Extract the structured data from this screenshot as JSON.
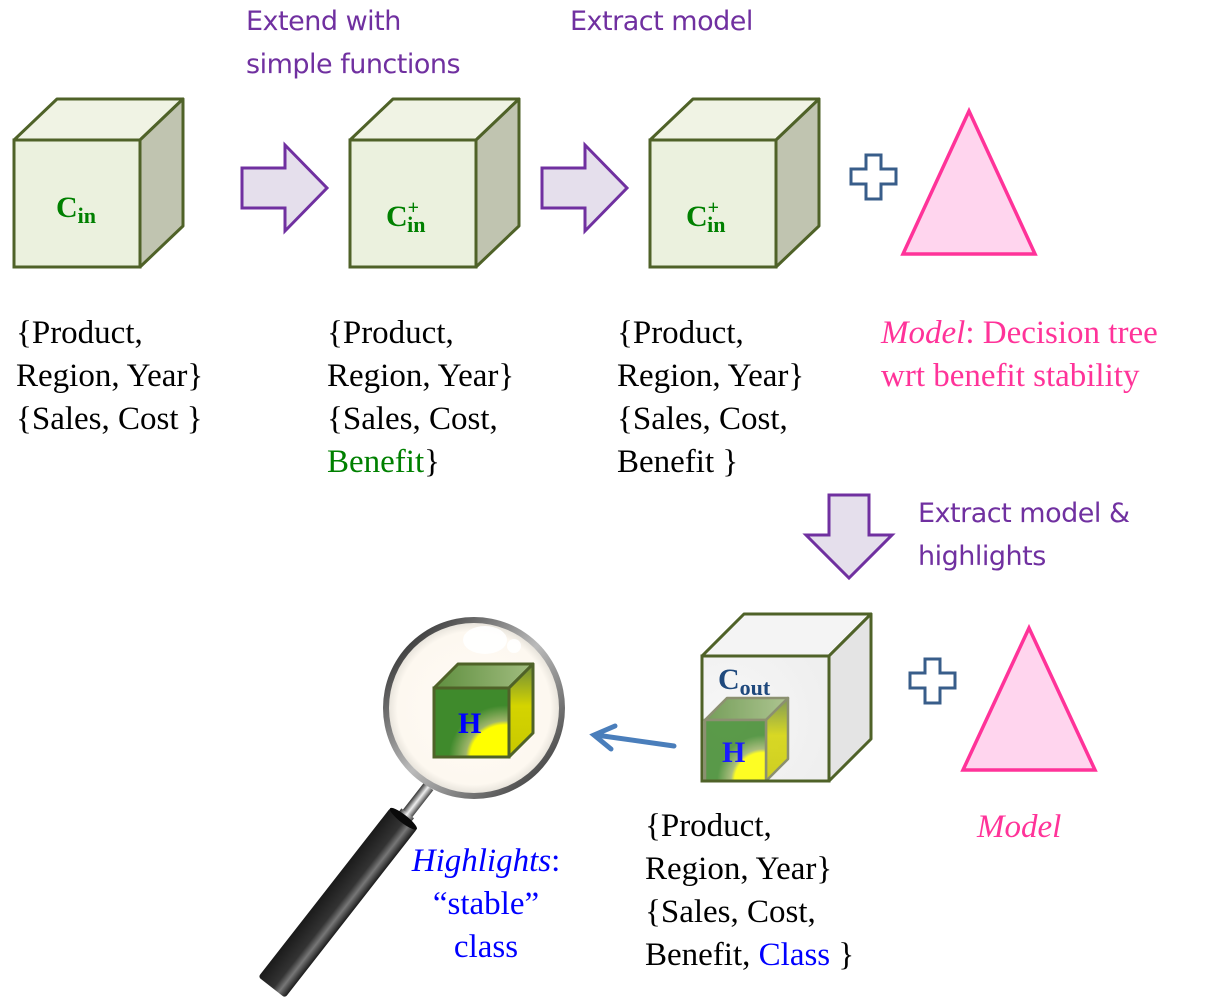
{
  "steps": {
    "extend_label_line1": "Extend with",
    "extend_label_line2": "simple functions",
    "extract_model_label": "Extract model",
    "extract_highlights_line1": "Extract model &",
    "extract_highlights_line2": "highlights"
  },
  "cubes": {
    "cin": {
      "base": "C",
      "sub": "in",
      "sup": ""
    },
    "cin_plus_1": {
      "base": "C",
      "sub": "in",
      "sup": "+"
    },
    "cin_plus_2": {
      "base": "C",
      "sub": "in",
      "sup": "+"
    },
    "cout": {
      "base": "C",
      "sub": "out",
      "sup": ""
    },
    "highlight_inner": {
      "label": "H"
    },
    "highlight_magnified": {
      "label": "H"
    }
  },
  "schemas": {
    "cin": {
      "line1": "{Product,",
      "line2": "Region, Year}",
      "line3": "{Sales, Cost }"
    },
    "cin_plus_1": {
      "line1": "{Product,",
      "line2": "Region, Year}",
      "line3": "{Sales, Cost,",
      "line4_highlight": "Benefit",
      "line4_tail": "}"
    },
    "cin_plus_2": {
      "line1": "{Product,",
      "line2": "Region, Year}",
      "line3": "{Sales, Cost,",
      "line4": "Benefit }"
    },
    "cout": {
      "line1": "{Product,",
      "line2": "Region, Year}",
      "line3": "{Sales, Cost,",
      "line4_head": "Benefit, ",
      "line4_highlight": "Class",
      "line4_tail": " }"
    }
  },
  "model": {
    "top_label_italic": "Model",
    "top_label_rest_line1": ": Decision tree",
    "top_label_line2": "wrt benefit stability",
    "bottom_label": "Model"
  },
  "highlights": {
    "label_italic": "Highlights",
    "label_colon": ":",
    "line2": "“stable”",
    "line3": "class"
  },
  "colors": {
    "step_text": "#7030a0",
    "cube_border": "#4f6228",
    "cube_front": "#ebf1de",
    "cube_top": "#f0f3e4",
    "cube_side": "#c0c4b0",
    "cube_label": "#008000",
    "arrow_fill": "#e5dfec",
    "arrow_stroke": "#7030a0",
    "plus_stroke": "#385d8a",
    "triangle_fill": "#ffd5ee",
    "triangle_stroke": "#ff3399",
    "highlight_text": "#0000ff",
    "pointer_arrow": "#4a7ebb"
  }
}
